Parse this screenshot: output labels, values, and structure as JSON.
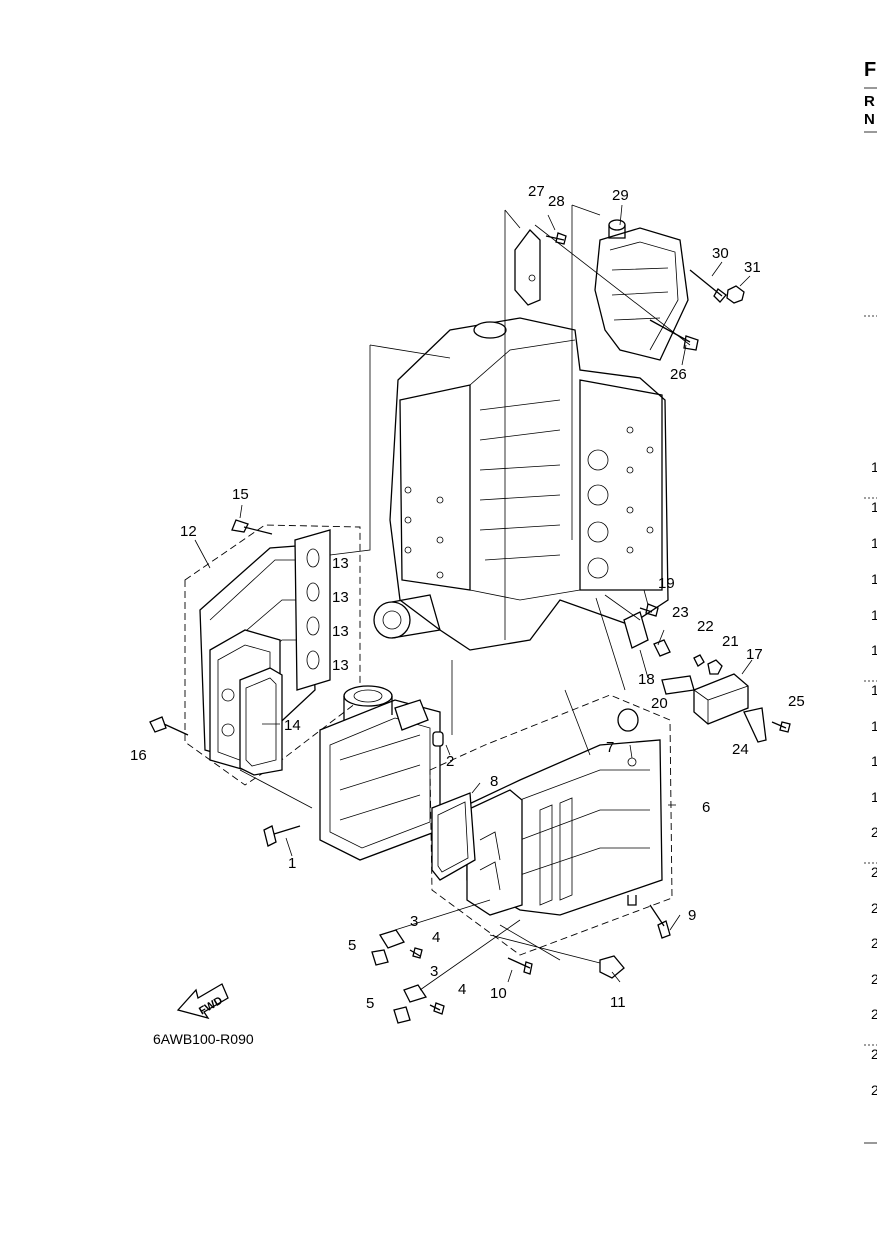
{
  "diagram": {
    "code": "6AWB100-R090",
    "fwd_label": "FWD",
    "callouts": [
      "1",
      "2",
      "3",
      "4",
      "5",
      "6",
      "7",
      "8",
      "9",
      "10",
      "11",
      "12",
      "13",
      "14",
      "15",
      "16",
      "17",
      "18",
      "19",
      "20",
      "21",
      "22",
      "23",
      "24",
      "25",
      "26",
      "27",
      "28",
      "29",
      "30",
      "31"
    ]
  },
  "edge": {
    "letters": [
      "F",
      "R",
      "N"
    ],
    "digits": [
      "1",
      "1",
      "1",
      "1",
      "1",
      "1",
      "1",
      "1",
      "1",
      "1",
      "2",
      "2",
      "2",
      "2",
      "2",
      "2",
      "2",
      "2"
    ]
  }
}
